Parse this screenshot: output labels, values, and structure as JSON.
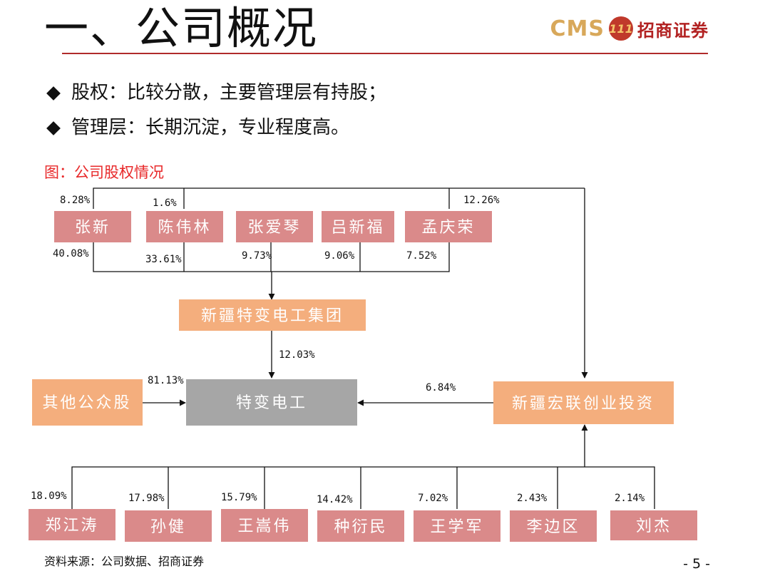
{
  "header": {
    "title": "一、公司概况",
    "logo_text": "CMS",
    "logo_mark": "111",
    "logo_cn": "招商证券"
  },
  "bullets": [
    "股权：比较分散，主要管理层有持股；",
    "管理层：长期沉淀，专业程度高。"
  ],
  "figure": {
    "caption": "图：公司股权情况",
    "top_holders": [
      {
        "name": "张新",
        "pct_hongliang": "8.28%",
        "pct_group": "40.08%"
      },
      {
        "name": "陈伟林",
        "pct_hongliang": "1.6%",
        "pct_group": "33.61%"
      },
      {
        "name": "张爱琴",
        "pct_group": "9.73%"
      },
      {
        "name": "吕新福",
        "pct_group": "9.06%"
      },
      {
        "name": "孟庆荣",
        "pct_hongliang": "12.26%",
        "pct_group": "7.52%"
      }
    ],
    "group": {
      "name": "新疆特变电工集团",
      "pct": "12.03%"
    },
    "public": {
      "name": "其他公众股",
      "pct": "81.13%"
    },
    "center": {
      "name": "特变电工"
    },
    "investor": {
      "name": "新疆宏联创业投资",
      "pct": "6.84%"
    },
    "bottom_holders": [
      {
        "name": "郑江涛",
        "pct": "18.09%"
      },
      {
        "name": "孙健",
        "pct": "17.98%"
      },
      {
        "name": "王嵩伟",
        "pct": "15.79%"
      },
      {
        "name": "种衍民",
        "pct": "14.42%"
      },
      {
        "name": "王学军",
        "pct": "7.02%"
      },
      {
        "name": "李边区",
        "pct": "2.43%"
      },
      {
        "name": "刘杰",
        "pct": "2.14%"
      }
    ]
  },
  "footer": {
    "source": "资料来源：公司数据、招商证券",
    "page_number": "- 5 -"
  }
}
